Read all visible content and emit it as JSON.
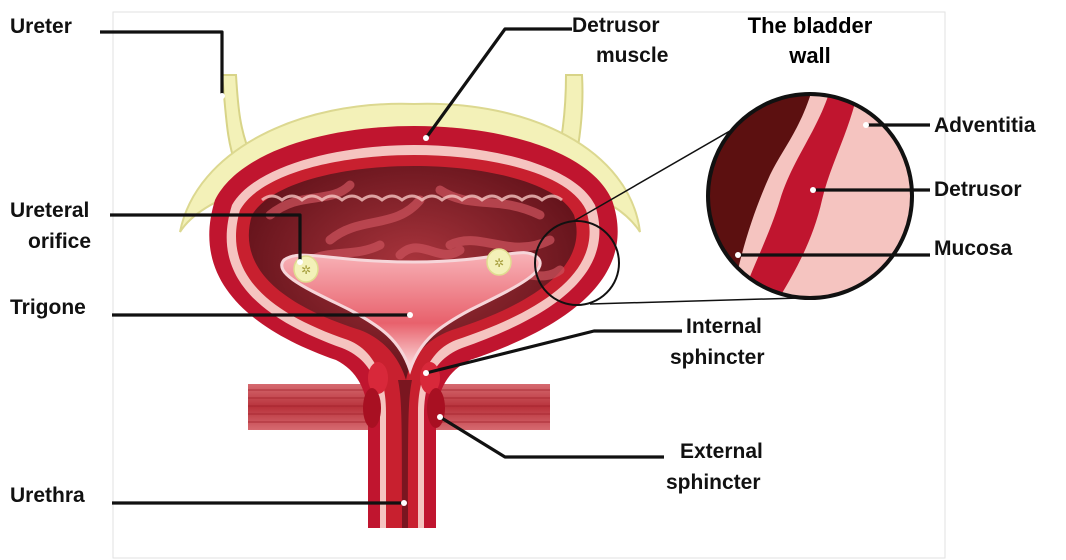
{
  "title": {
    "line1": "The bladder",
    "line2": "wall"
  },
  "labels": {
    "ureter": "Ureter",
    "detrusor_muscle_1": "Detrusor",
    "detrusor_muscle_2": "muscle",
    "ureteral_orifice_1": "Ureteral",
    "ureteral_orifice_2": "orifice",
    "trigone": "Trigone",
    "urethra": "Urethra",
    "internal_sphincter_1": "Internal",
    "internal_sphincter_2": "sphincter",
    "external_sphincter_1": "External",
    "external_sphincter_2": "sphincter",
    "adventitia": "Adventitia",
    "detrusor": "Detrusor",
    "mucosa": "Mucosa"
  },
  "colors": {
    "fat_tissue": "#f3f1b8",
    "outer_wall": "#c0152f",
    "inner_pink": "#f5c4c0",
    "lumen_dark": "#7e1b24",
    "trigone": "#f07a84",
    "dark_muscle": "#5c1010",
    "pelvic_muscle": "#c8404a"
  }
}
